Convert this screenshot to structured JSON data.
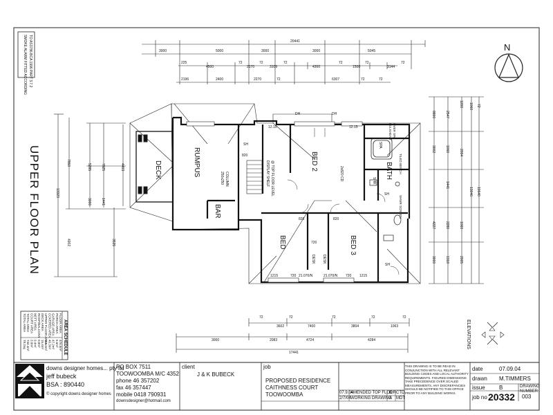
{
  "plan": {
    "title": "UPPER FLOOR PLAN",
    "north_label": "N",
    "elevations_label": "ELEVATIONS",
    "smoke_alarm_note": [
      "SMOKE ALARM FITTED ACCORDING",
      "TO AS3786 BCA 1996 PART 3.7.2"
    ],
    "rooms": {
      "deck": "DECK",
      "rumpus": "RUMPUS",
      "bar": "BAR",
      "bed2": "BED 2",
      "bed": "BED",
      "bed3": "BED 3",
      "bath": "BATH",
      "column_note": [
        "250x250",
        "COLUMN"
      ],
      "display_shelf": [
        "DISPLAY SHELF",
        "@ TOP FLOOR LEVEL"
      ],
      "wir": "2x820 CD",
      "desk1": "DESK",
      "desk2": "DESK",
      "bulkhead": [
        "BULKHEAD",
        "OVER SPA"
      ],
      "spa": "SPA",
      "shower": "SHR",
      "vanity": "TILED BENCH",
      "screen": "SHWR SCREEN"
    },
    "openings": [
      "12.15",
      "12.15",
      "1215",
      "1215",
      "820",
      "820",
      "820",
      "720",
      "720",
      "720",
      "21.070/N",
      "21.070/N",
      "DH",
      "DH",
      "SH",
      "SH",
      "SH"
    ],
    "dims_top_row1": [
      "20441"
    ],
    "dims_top_row2": [
      "3000",
      "5000",
      "3000",
      "3000",
      "5045"
    ],
    "dims_top_row3": [
      "225",
      "4500",
      "72",
      "2170",
      "72",
      "3109",
      "72",
      "4300",
      "72",
      "1500",
      "72",
      "3144",
      "72"
    ],
    "dims_top_row4": [
      "2196",
      "2400",
      "2270",
      "72",
      "6307",
      "72",
      "72"
    ],
    "dims_bottom_row1": [
      "72",
      "3602",
      "72",
      "7400",
      "72",
      "3804",
      "72",
      "1063",
      "72"
    ],
    "dims_bottom_row2": [
      "3000",
      "2083",
      "4724",
      "4284"
    ],
    "dims_bottom_row3": [
      "17441"
    ],
    "dims_left": [
      "13323",
      "7860",
      "5285",
      "7925",
      "1441",
      "3000",
      "4902",
      "3535",
      "4403"
    ],
    "dims_right": [
      "8800",
      "2547",
      "1200",
      "1060",
      "3002",
      "1060",
      "13046",
      "10640",
      "1441",
      "4227",
      "2280",
      "1060",
      "3000",
      "1310",
      "2005",
      "2004",
      "72"
    ]
  },
  "area_schedule": {
    "heading": "AREA SCHEDULE",
    "rows": [
      {
        "label": "FLOOR AREA",
        "value": "476.5m²"
      },
      {
        "label": "PORCH AREA",
        "value": "6.6m²"
      },
      {
        "label": "GARAGE AREA",
        "value": "47.2m²"
      },
      {
        "label": "COVERED AREA",
        "value": "46.3m²"
      },
      {
        "label": "UPPER FLOOR AREA",
        "value": "116.5m²"
      },
      {
        "label": "DECK AREA",
        "value": "15.4m²"
      },
      {
        "label": "ROOF/BALCONY",
        "value": "0.0m²"
      },
      {
        "label": "NETT AREA",
        "value": "9.4m²"
      },
      {
        "label": "COURT AREA",
        "value": "3.0m²"
      },
      {
        "label": "TOTAL AREA",
        "value": "734.4m²"
      },
      {
        "label": "TOTAL AREA",
        "value": "78.2sq"
      }
    ]
  },
  "title_block": {
    "company": "downs designer homes... pty ltd",
    "person": "jeff bubeck",
    "bsa": "BSA :  890440",
    "copyright": "©  copyright downs designer homes",
    "po_box": "PO BOX 7511",
    "town": "TOOWOOMBA M/C 4352",
    "phone": "phone 46 357202",
    "fax": "fax 46 357447",
    "mobile": "mobile  0418 790931",
    "email": "downsdesigner@hotmail.com",
    "client_label": "client",
    "client_value": "J & K BUBECK",
    "job_label": "job",
    "job_lines": [
      "PROPOSED RESIDENCE",
      "CAITHNESS COURT",
      "TOOWOOMBA"
    ],
    "revisions": [
      {
        "date": "07.9.04",
        "desc": "AMENDED TOP FLOOR",
        "rev": "B",
        "by": "CTD"
      },
      {
        "date": "2/7/04",
        "desc": "WORKING DRAWING",
        "rev": "A",
        "by": "MDT"
      }
    ],
    "note": "THIS DRAWING IS TO BE READ IN CONJUNCTION WITH ALL RELEVANT BUILDING CODES AND LOCAL AUTHORITY REQUIREMENTS. FIGURED DIMENSIONS TAKE PRECEDENCE OVER SCALED MEASUREMENTS. ANY DISCREPANCIES SHOULD BE NOTIFIED TO THIS OFFICE PRIOR TO ANY BUILDING WORKS.",
    "date_label": "date",
    "date_value": "07.09.04",
    "drawn_label": "drawn",
    "drawn_value": "M.TIMMERS",
    "issue_label": "issue",
    "issue_value": "B",
    "drawing_number_label": [
      "DRAWING",
      "NUMBER"
    ],
    "drawing_number_value": "003",
    "job_no_label": "job no",
    "job_no_value": "20332"
  }
}
